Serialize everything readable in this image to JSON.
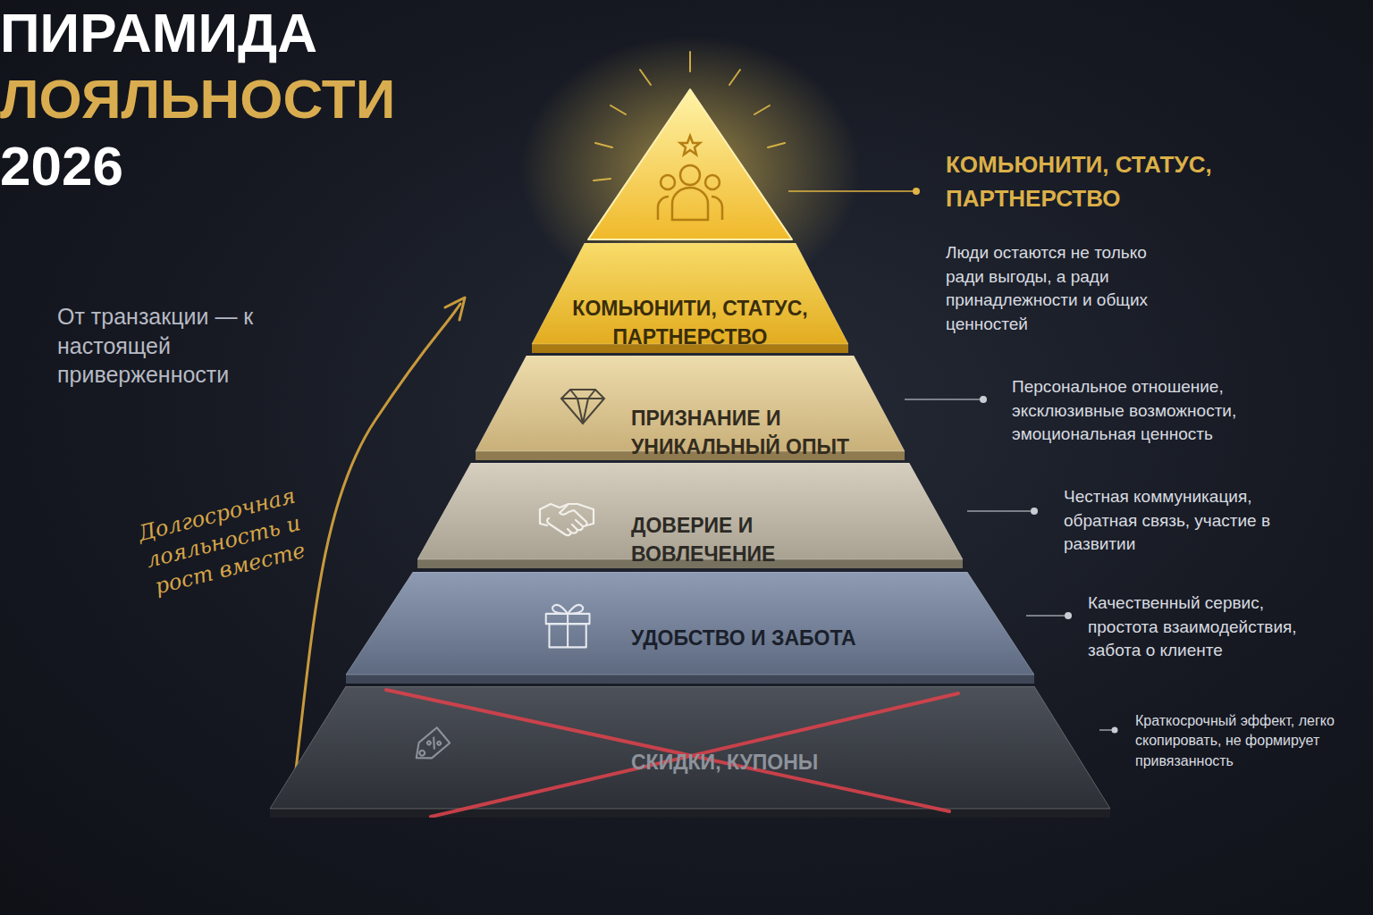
{
  "diagram": {
    "title": "ПИРАМИДА ЛОЯЛЬНОСТИ 2026",
    "nodes": [
      {
        "text": [
          "КОМЬЮНИТИ, СТАТУС, ПАРТНЕРСТВО"
        ]
      },
      {
        "text": [
          "ПРИЗНАНИЕ И УНИКАЛЬНЫЙ ОПЫТ"
        ]
      },
      {
        "text": [
          "ДОВЕРИЕ И ВОВЛЕЧЕНИЕ"
        ]
      },
      {
        "text": [
          "УДОБСТВО И ЗАБОТА"
        ]
      },
      {
        "text": [
          "СКИДКИ, КУПОНЫ"
        ]
      }
    ],
    "labels": [
      "От транзакции — к настоящей приверженности",
      "Долгосрочная лояльность и рост вместе",
      "КОМЬЮНИТИ, СТАТУС, ПАРТНЕРСТВО",
      "Люди остаются не только ради выгоды, а ради принадлежности и общих ценностей",
      "Персональное отношение, эксклюзивные возможности, эмоциональная ценность",
      "Честная коммуникация, обратная связь, участие в развитии",
      "Качественный сервис, простота взаимодействия, забота о клиенте",
      "Краткосрочный эффект, легко скопировать, не формирует привязанность"
    ]
  }
}
